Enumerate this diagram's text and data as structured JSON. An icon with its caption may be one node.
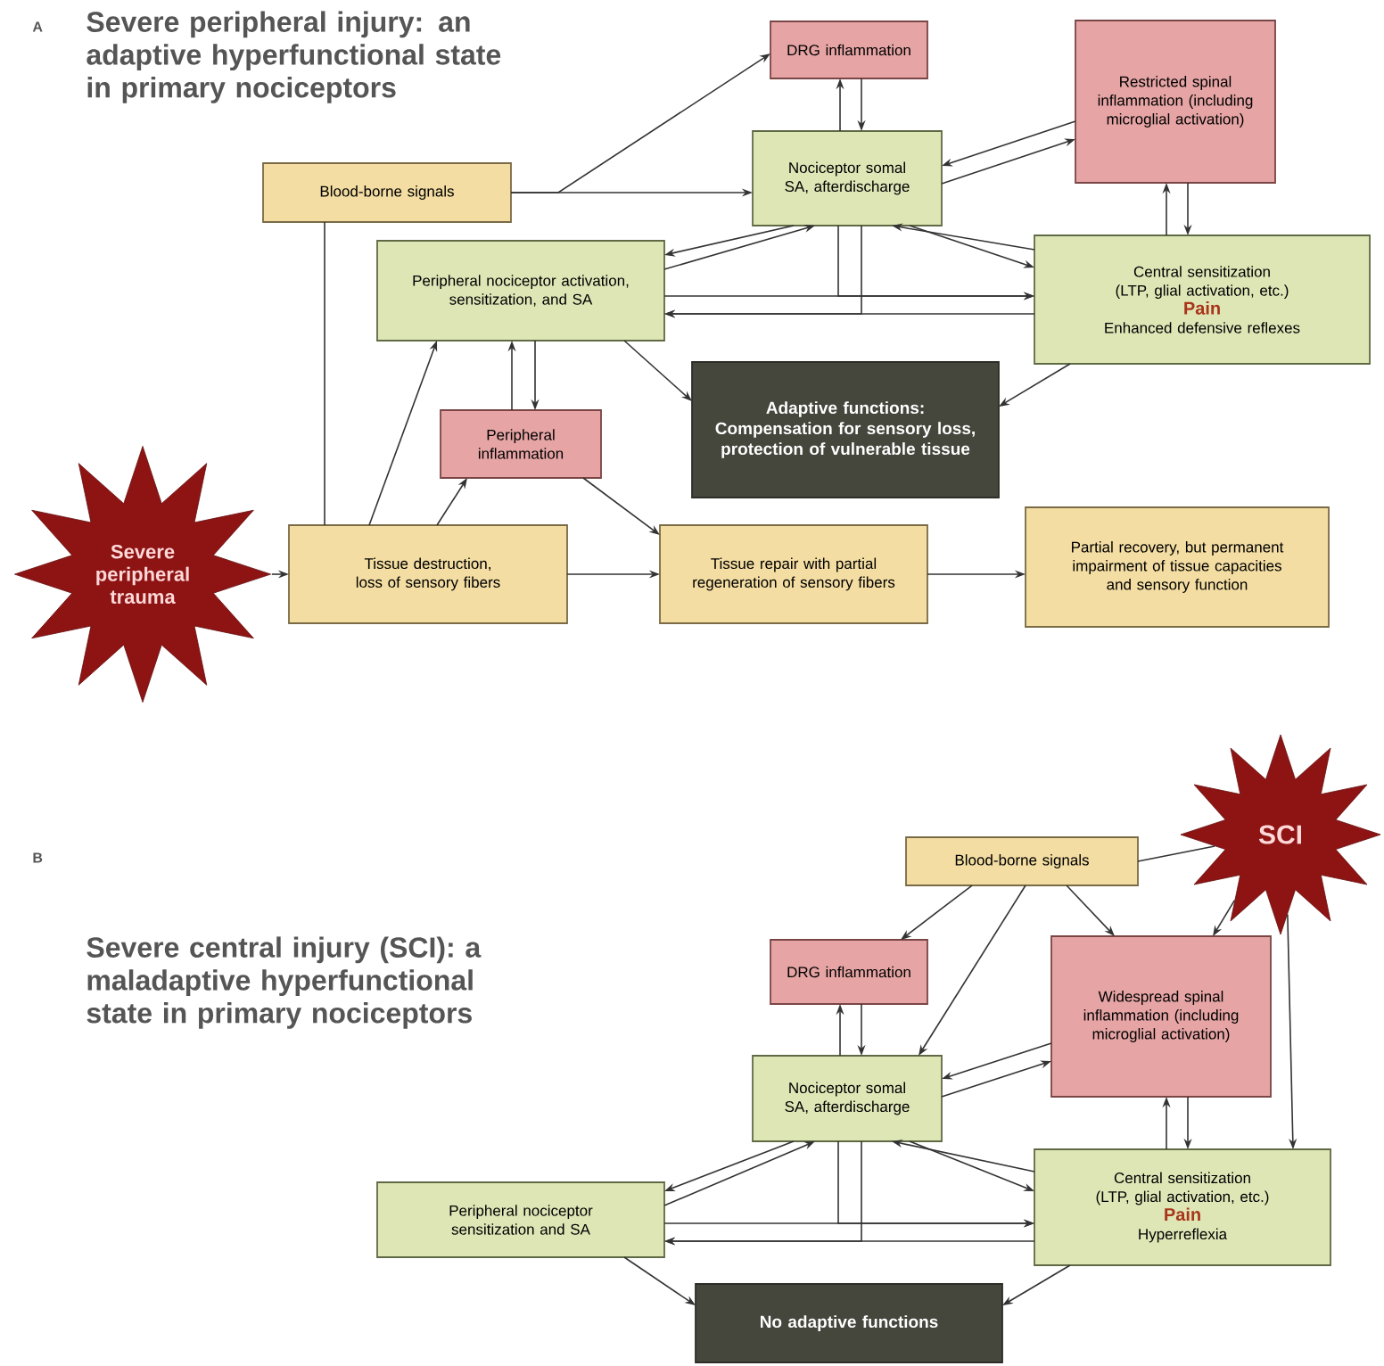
{
  "diagram": {
    "nodes": [
      {
        "text": [
          "Blood-borne signals"
        ]
      },
      {
        "text": [
          "DRG inflammation"
        ]
      },
      {
        "text": [
          "Nociceptor somal SA, afterdischarge"
        ]
      },
      {
        "text": [
          "Restricted spinal inflammation (including microglial activation)"
        ]
      },
      {
        "text": [
          "Peripheral nociceptor activation, sensitization, and SA"
        ]
      },
      {
        "text": [
          "Central sensitization (LTP, glial activation, etc.)",
          "Pain",
          "Enhanced defensive reflexes"
        ]
      },
      {
        "text": [
          "Adaptive functions:",
          "Compensation for sensory loss, protection of vulnerable tissue"
        ]
      },
      {
        "text": [
          "Peripheral inflammation"
        ]
      },
      {
        "text": [
          "Severe peripheral trauma"
        ]
      },
      {
        "text": [
          "Tissue destruction, loss of sensory fibers"
        ]
      },
      {
        "text": [
          "Tissue repair with partial regeneration of sensory fibers"
        ]
      },
      {
        "text": [
          "Partial recovery, but permanent impairment of tissue capacities and sensory function"
        ]
      },
      {
        "text": [
          "Blood-borne signals"
        ]
      },
      {
        "text": [
          "SCI"
        ]
      },
      {
        "text": [
          "DRG inflammation"
        ]
      },
      {
        "text": [
          "Widespread spinal inflammation (including microglial activation)"
        ]
      },
      {
        "text": [
          "Nociceptor somal SA, afterdischarge"
        ]
      },
      {
        "text": [
          "Peripheral nociceptor sensitization and SA"
        ]
      },
      {
        "text": [
          "Central sensitization (LTP, glial activation, etc.)",
          "Pain",
          "Hyperreflexia"
        ]
      },
      {
        "text": [
          "No adaptive functions"
        ]
      }
    ],
    "edges": [
      {
        "from": 8,
        "to": 9,
        "arrow": "to"
      },
      {
        "from": 9,
        "to": 10,
        "arrow": "to"
      },
      {
        "from": 10,
        "to": 11,
        "arrow": "to"
      },
      {
        "from": 9,
        "to": 4,
        "arrow": "to"
      },
      {
        "from": 9,
        "to": 7,
        "arrow": "to"
      },
      {
        "from": 7,
        "to": 10,
        "arrow": "to"
      },
      {
        "from": 7,
        "to": 4,
        "arrow": "to"
      },
      {
        "from": 4,
        "to": 7,
        "arrow": "to"
      },
      {
        "from": 4,
        "to": 6,
        "arrow": "to"
      },
      {
        "from": 5,
        "to": 6,
        "arrow": "to"
      },
      {
        "from": 9,
        "to": 0,
        "arrow": "none"
      },
      {
        "from": 0,
        "to": 1,
        "arrow": "to"
      },
      {
        "from": 0,
        "to": 2,
        "arrow": "to"
      },
      {
        "from": 2,
        "to": 1,
        "arrow": "to"
      },
      {
        "from": 1,
        "to": 2,
        "arrow": "to"
      },
      {
        "from": 3,
        "to": 2,
        "arrow": "to"
      },
      {
        "from": 2,
        "to": 3,
        "arrow": "to"
      },
      {
        "from": 5,
        "to": 3,
        "arrow": "to"
      },
      {
        "from": 3,
        "to": 5,
        "arrow": "to"
      },
      {
        "from": 2,
        "to": 4,
        "arrow": "to"
      },
      {
        "from": 4,
        "to": 2,
        "arrow": "to"
      },
      {
        "from": 2,
        "to": 5,
        "arrow": "to"
      },
      {
        "from": 5,
        "to": 2,
        "arrow": "to"
      },
      {
        "from": 4,
        "to": 5,
        "arrow": "to"
      },
      {
        "from": 5,
        "to": 4,
        "arrow": "to"
      },
      {
        "from": 2,
        "to": 5,
        "arrow": "to"
      },
      {
        "from": 2,
        "to": 4,
        "arrow": "to"
      },
      {
        "from": 13,
        "to": 12,
        "arrow": "none"
      },
      {
        "from": 12,
        "to": 14,
        "arrow": "to"
      },
      {
        "from": 12,
        "to": 16,
        "arrow": "to"
      },
      {
        "from": 12,
        "to": 15,
        "arrow": "to"
      },
      {
        "from": 13,
        "to": 15,
        "arrow": "to"
      },
      {
        "from": 13,
        "to": 18,
        "arrow": "to"
      },
      {
        "from": 16,
        "to": 14,
        "arrow": "to"
      },
      {
        "from": 14,
        "to": 16,
        "arrow": "to"
      },
      {
        "from": 15,
        "to": 16,
        "arrow": "to"
      },
      {
        "from": 16,
        "to": 15,
        "arrow": "to"
      },
      {
        "from": 18,
        "to": 15,
        "arrow": "to"
      },
      {
        "from": 15,
        "to": 18,
        "arrow": "to"
      },
      {
        "from": 16,
        "to": 17,
        "arrow": "to"
      },
      {
        "from": 17,
        "to": 16,
        "arrow": "to"
      },
      {
        "from": 16,
        "to": 18,
        "arrow": "to"
      },
      {
        "from": 18,
        "to": 16,
        "arrow": "to"
      },
      {
        "from": 17,
        "to": 18,
        "arrow": "to"
      },
      {
        "from": 18,
        "to": 17,
        "arrow": "to"
      },
      {
        "from": 16,
        "to": 18,
        "arrow": "to"
      },
      {
        "from": 16,
        "to": 17,
        "arrow": "to"
      },
      {
        "from": 17,
        "to": 19,
        "arrow": "to"
      },
      {
        "from": 18,
        "to": 19,
        "arrow": "to"
      }
    ],
    "labels": [
      "A",
      "Severe peripheral injury: an adaptive hyperfunctional state in primary nociceptors",
      "B",
      "Severe central injury (SCI): a maladaptive hyperfunctional state in primary nociceptors"
    ]
  }
}
